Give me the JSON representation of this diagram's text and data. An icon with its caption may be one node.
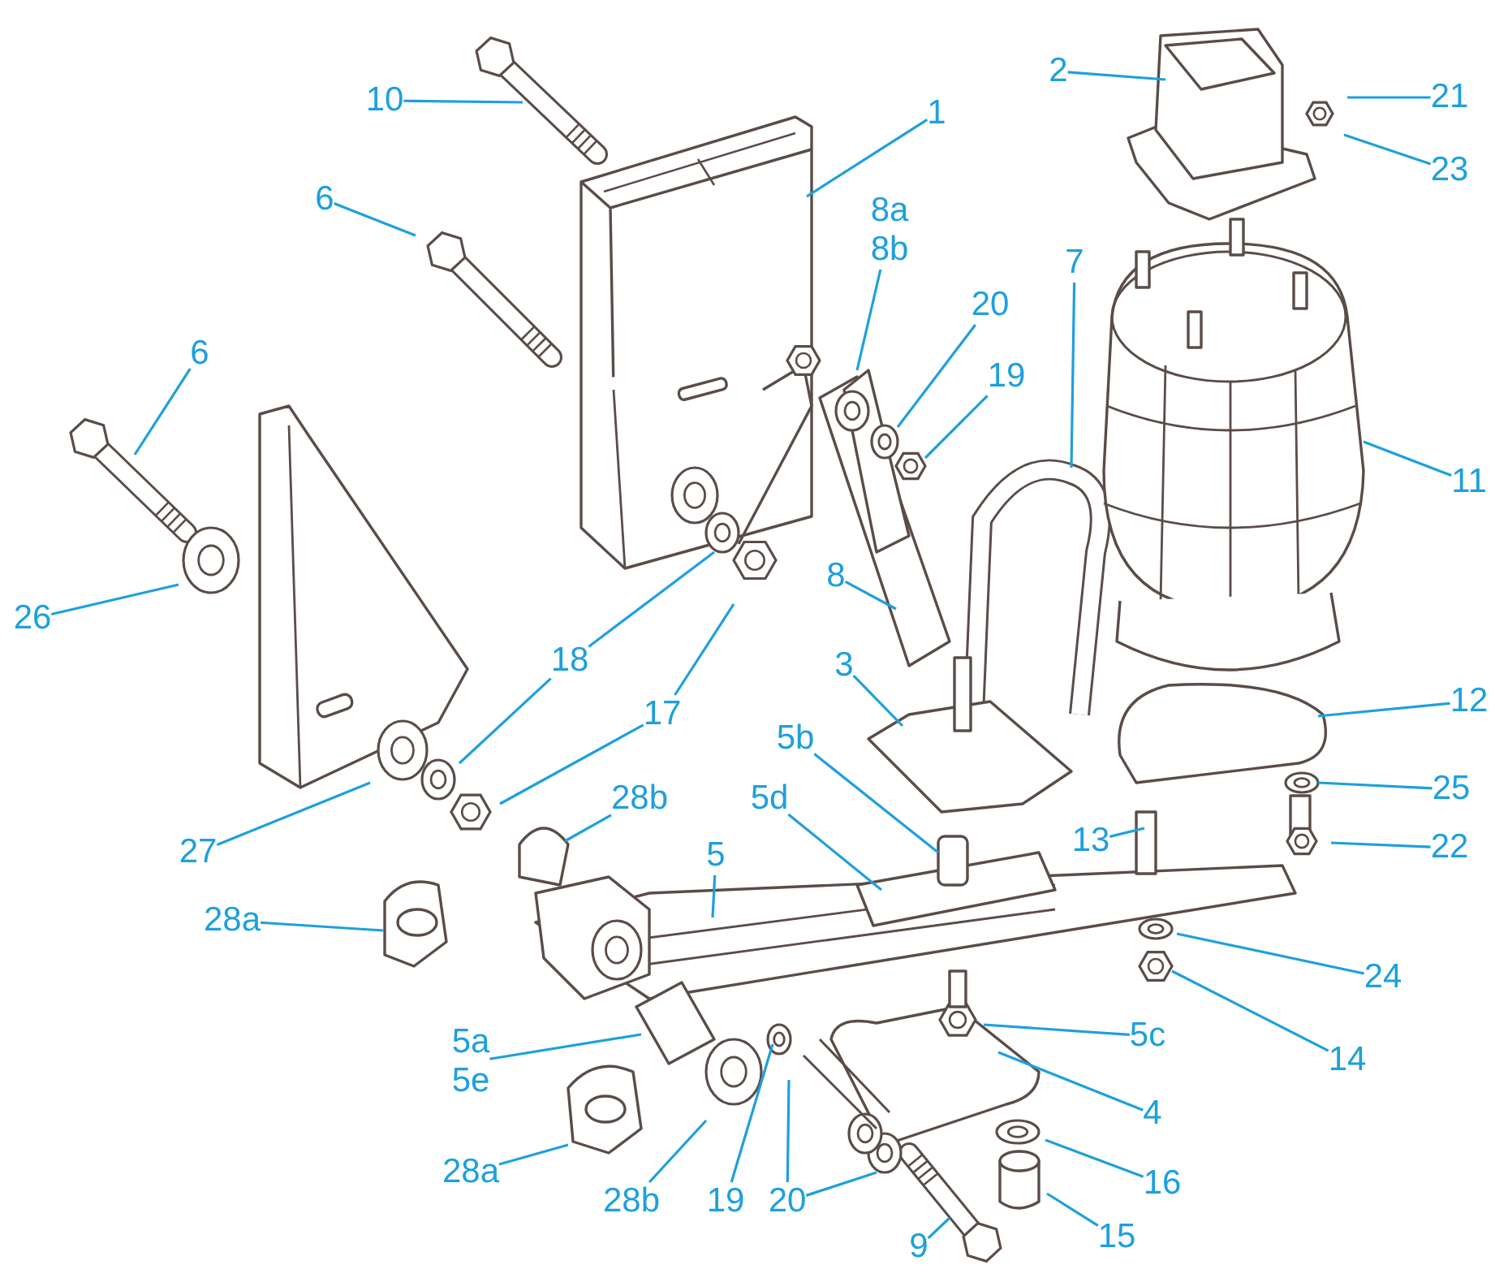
{
  "diagram": {
    "nodes": [
      {
        "text": [
          "10"
        ]
      },
      {
        "text": [
          "1"
        ]
      },
      {
        "text": [
          "2"
        ]
      },
      {
        "text": [
          "21"
        ]
      },
      {
        "text": [
          "23"
        ]
      },
      {
        "text": [
          "6"
        ]
      },
      {
        "text": [
          "8a",
          "8b"
        ]
      },
      {
        "text": [
          "7"
        ]
      },
      {
        "text": [
          "20"
        ]
      },
      {
        "text": [
          "19"
        ]
      },
      {
        "text": [
          "6"
        ]
      },
      {
        "text": [
          "11"
        ]
      },
      {
        "text": [
          "26"
        ]
      },
      {
        "text": [
          "8"
        ]
      },
      {
        "text": [
          "18"
        ]
      },
      {
        "text": [
          "17"
        ]
      },
      {
        "text": [
          "3"
        ]
      },
      {
        "text": [
          "12"
        ]
      },
      {
        "text": [
          "5b"
        ]
      },
      {
        "text": [
          "5d"
        ]
      },
      {
        "text": [
          "25"
        ]
      },
      {
        "text": [
          "28b"
        ]
      },
      {
        "text": [
          "13"
        ]
      },
      {
        "text": [
          "22"
        ]
      },
      {
        "text": [
          "27"
        ]
      },
      {
        "text": [
          "5"
        ]
      },
      {
        "text": [
          "28a"
        ]
      },
      {
        "text": [
          "24"
        ]
      },
      {
        "text": [
          "5a",
          "5e"
        ]
      },
      {
        "text": [
          "5c"
        ]
      },
      {
        "text": [
          "4"
        ]
      },
      {
        "text": [
          "14"
        ]
      },
      {
        "text": [
          "16"
        ]
      },
      {
        "text": [
          "28a"
        ]
      },
      {
        "text": [
          "28b"
        ]
      },
      {
        "text": [
          "19"
        ]
      },
      {
        "text": [
          "20"
        ]
      },
      {
        "text": [
          "9"
        ]
      },
      {
        "text": [
          "15"
        ]
      }
    ],
    "edges": [
      {
        "from": 0,
        "to": null,
        "arrow": "none"
      },
      {
        "from": 1,
        "to": null,
        "arrow": "none"
      },
      {
        "from": 2,
        "to": null,
        "arrow": "none"
      },
      {
        "from": 3,
        "to": null,
        "arrow": "none"
      },
      {
        "from": 4,
        "to": null,
        "arrow": "none"
      },
      {
        "from": 5,
        "to": null,
        "arrow": "none"
      },
      {
        "from": 6,
        "to": null,
        "arrow": "none"
      },
      {
        "from": 7,
        "to": null,
        "arrow": "none"
      },
      {
        "from": 8,
        "to": null,
        "arrow": "none"
      },
      {
        "from": 9,
        "to": null,
        "arrow": "none"
      },
      {
        "from": 10,
        "to": null,
        "arrow": "none"
      },
      {
        "from": 11,
        "to": null,
        "arrow": "none"
      },
      {
        "from": 12,
        "to": null,
        "arrow": "none"
      },
      {
        "from": 13,
        "to": null,
        "arrow": "none"
      },
      {
        "from": 14,
        "to": null,
        "arrow": "none"
      },
      {
        "from": 14,
        "to": null,
        "arrow": "none"
      },
      {
        "from": 15,
        "to": null,
        "arrow": "none"
      },
      {
        "from": 15,
        "to": null,
        "arrow": "none"
      },
      {
        "from": 16,
        "to": null,
        "arrow": "none"
      },
      {
        "from": 17,
        "to": null,
        "arrow": "none"
      },
      {
        "from": 18,
        "to": null,
        "arrow": "none"
      },
      {
        "from": 19,
        "to": null,
        "arrow": "none"
      },
      {
        "from": 20,
        "to": null,
        "arrow": "none"
      },
      {
        "from": 21,
        "to": null,
        "arrow": "none"
      },
      {
        "from": 22,
        "to": null,
        "arrow": "none"
      },
      {
        "from": 23,
        "to": null,
        "arrow": "none"
      },
      {
        "from": 24,
        "to": null,
        "arrow": "none"
      },
      {
        "from": 25,
        "to": null,
        "arrow": "none"
      },
      {
        "from": 26,
        "to": null,
        "arrow": "none"
      },
      {
        "from": 27,
        "to": null,
        "arrow": "none"
      },
      {
        "from": 28,
        "to": null,
        "arrow": "none"
      },
      {
        "from": 29,
        "to": null,
        "arrow": "none"
      },
      {
        "from": 30,
        "to": null,
        "arrow": "none"
      },
      {
        "from": 31,
        "to": null,
        "arrow": "none"
      },
      {
        "from": 32,
        "to": null,
        "arrow": "none"
      },
      {
        "from": 33,
        "to": null,
        "arrow": "none"
      },
      {
        "from": 34,
        "to": null,
        "arrow": "none"
      },
      {
        "from": 35,
        "to": null,
        "arrow": "none"
      },
      {
        "from": 36,
        "to": null,
        "arrow": "none"
      },
      {
        "from": 36,
        "to": null,
        "arrow": "none"
      },
      {
        "from": 37,
        "to": null,
        "arrow": "none"
      },
      {
        "from": 38,
        "to": null,
        "arrow": "none"
      }
    ]
  }
}
